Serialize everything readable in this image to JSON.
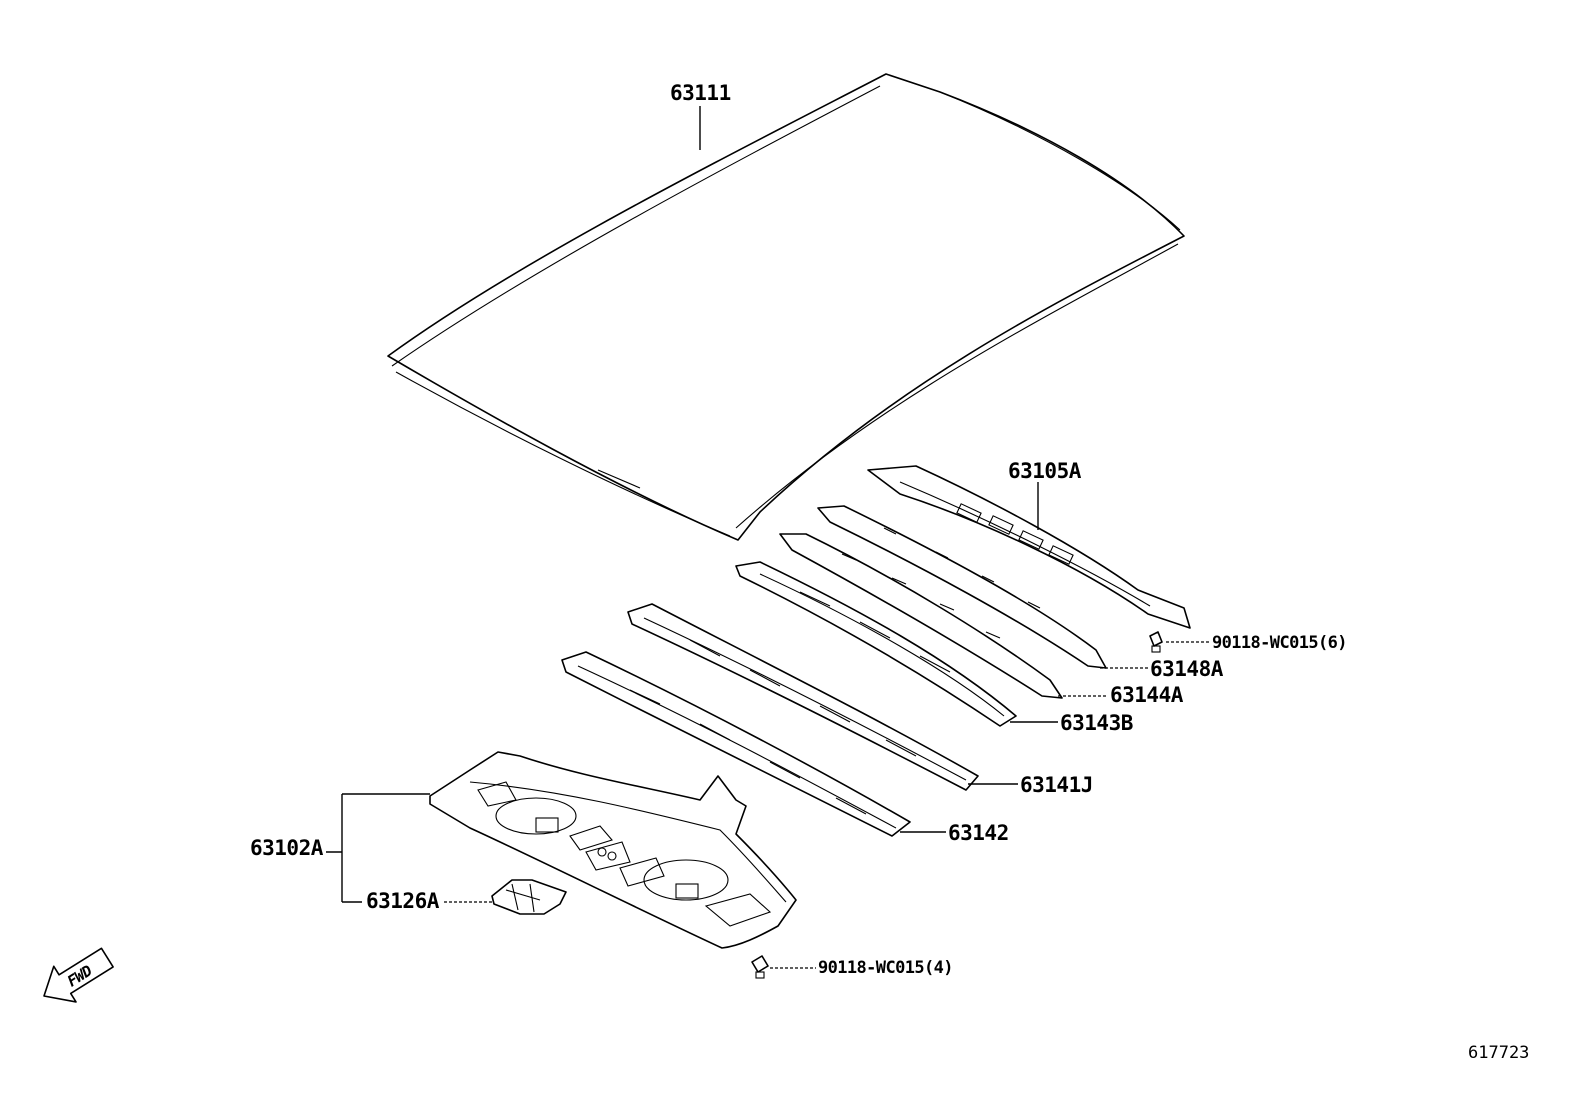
{
  "labels": {
    "p63111": "63111",
    "p63105a": "63105A",
    "p90118_6": "90118-WC015(6)",
    "p63148a": "63148A",
    "p63144a": "63144A",
    "p63143b": "63143B",
    "p63141j": "63141J",
    "p63142": "63142",
    "p63102a": "63102A",
    "p63126a": "63126A",
    "p90118_4": "90118-WC015(4)"
  },
  "fwd_arrow": "FWD",
  "figure_code": "617723",
  "colors": {
    "line": "#000000",
    "background": "#ffffff"
  }
}
